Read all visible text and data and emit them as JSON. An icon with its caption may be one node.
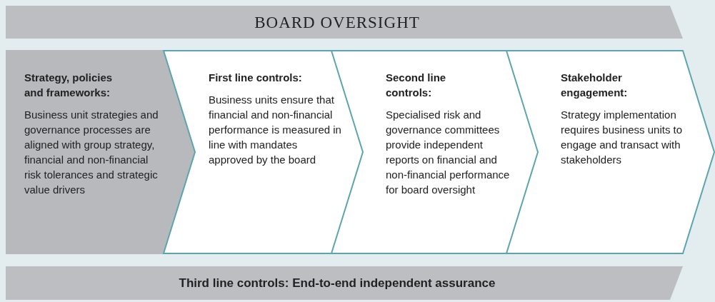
{
  "diagram": {
    "nodes": [
      {
        "text": [
          "BOARD OVERSIGHT"
        ]
      },
      {
        "text": [
          "Strategy, policies and frameworks:",
          "Business unit strategies and governance processes are aligned with group strategy, financial and non-financial risk tolerances and strategic value drivers"
        ]
      },
      {
        "text": [
          "First line controls:",
          "Business units ensure that financial and non-financial performance is measured in line with mandates approved by the board"
        ]
      },
      {
        "text": [
          "Second line controls:",
          "Specialised risk and governance committees provide independent reports on financial and non-financial performance for board oversight"
        ]
      },
      {
        "text": [
          "Stakeholder engagement:",
          "Strategy implementation requires business units to engage and transact with stakeholders"
        ]
      },
      {
        "text": [
          "Third line controls: End-to-end independent assurance"
        ]
      }
    ]
  }
}
